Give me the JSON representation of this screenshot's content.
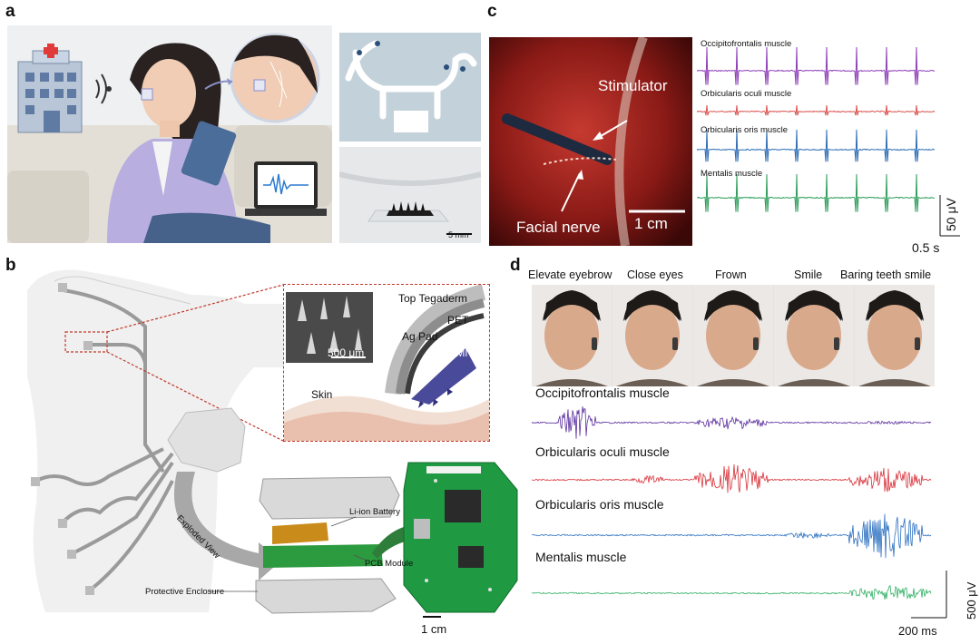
{
  "panels": {
    "a": {
      "label": "a",
      "scale_bar": "5 mm"
    },
    "b": {
      "label": "b",
      "layers": [
        "Top Tegaderm",
        "PET",
        "Ag Pad",
        "P-FMNE"
      ],
      "skin_label": "Skin",
      "sem_scale": "500 μm",
      "exploded_view": "Exploded View",
      "battery": "Li-ion Battery",
      "pcb_module": "PCB Module",
      "enclosure": "Protective Enclosure",
      "pcb_scale": "1 cm"
    },
    "c": {
      "label": "c",
      "stimulator": "Stimulator",
      "facial_nerve": "Facial nerve",
      "photo_scale": "1 cm",
      "traces": [
        {
          "name": "Occipitofrontalis muscle",
          "color": "#8e3fb8"
        },
        {
          "name": "Orbicularis oculi muscle",
          "color": "#d9534f"
        },
        {
          "name": "Orbicularis oris muscle",
          "color": "#2d6db5"
        },
        {
          "name": "Mentalis muscle",
          "color": "#2e9e5b"
        }
      ],
      "scale_amp": "50 μV",
      "scale_time": "0.5 s"
    },
    "d": {
      "label": "d",
      "expressions": [
        "Elevate eyebrow",
        "Close eyes",
        "Frown",
        "Smile",
        "Baring teeth smile"
      ],
      "traces": [
        {
          "name": "Occipitofrontalis muscle",
          "color": "#5b2f9e"
        },
        {
          "name": "Orbicularis oculi muscle",
          "color": "#d8323a"
        },
        {
          "name": "Orbicularis oris muscle",
          "color": "#2a6fc0"
        },
        {
          "name": "Mentalis muscle",
          "color": "#2fae62"
        }
      ],
      "scale_amp": "500 μV",
      "scale_time": "200 ms"
    }
  }
}
